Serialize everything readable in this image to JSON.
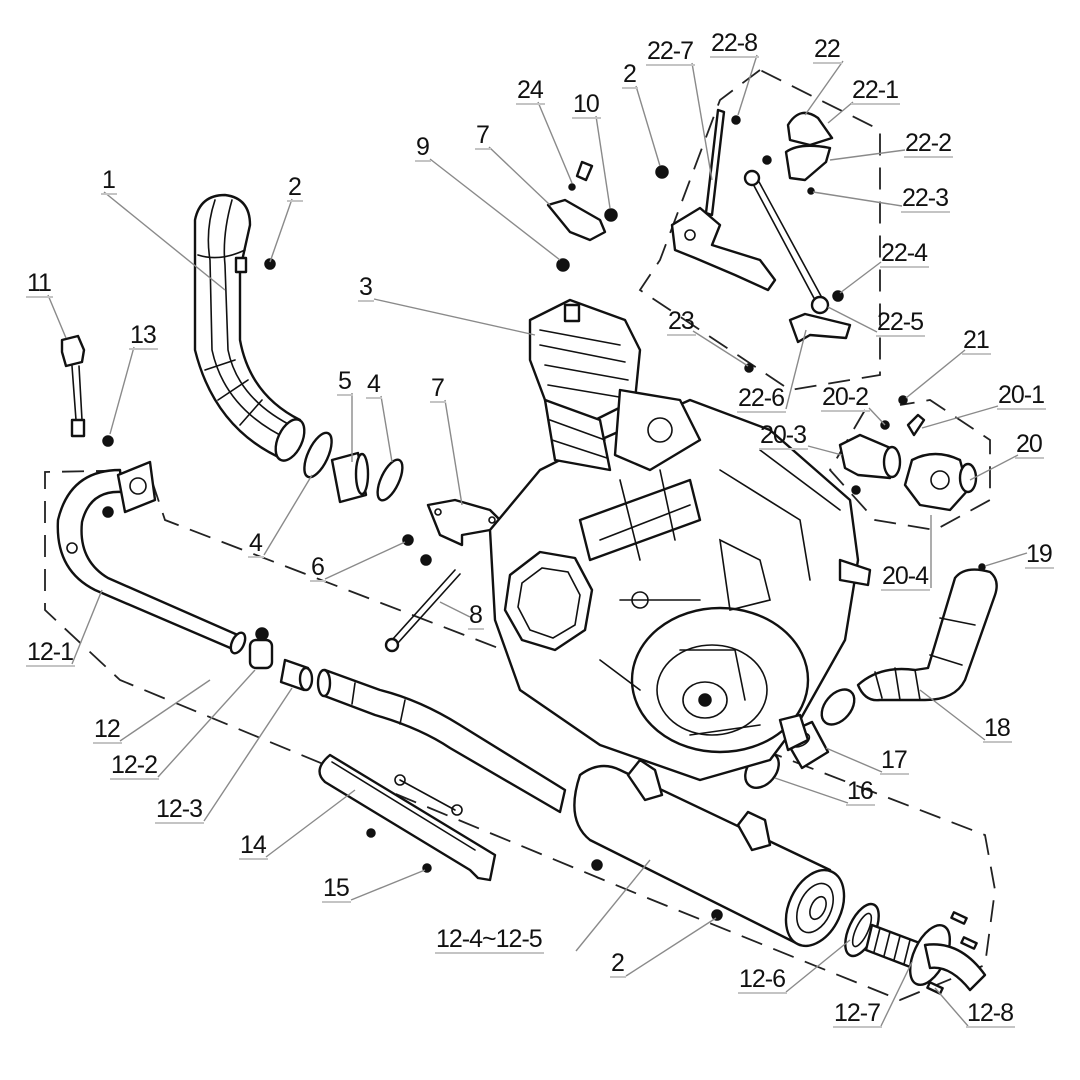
{
  "diagram": {
    "title": "Engine and exhaust system exploded view",
    "labels": [
      "1",
      "2",
      "11",
      "13",
      "3",
      "9",
      "7",
      "24",
      "10",
      "2",
      "22-7",
      "22-8",
      "22",
      "22-1",
      "22-2",
      "22-3",
      "22-4",
      "22-5",
      "23",
      "22-6",
      "21",
      "20-2",
      "20-1",
      "20-3",
      "20",
      "5",
      "4",
      "7",
      "4",
      "6",
      "8",
      "12-1",
      "12",
      "12-2",
      "12-3",
      "14",
      "15",
      "12-4~12-5",
      "20-4",
      "19",
      "18",
      "17",
      "16",
      "2",
      "12-6",
      "12-7",
      "12-8"
    ]
  }
}
